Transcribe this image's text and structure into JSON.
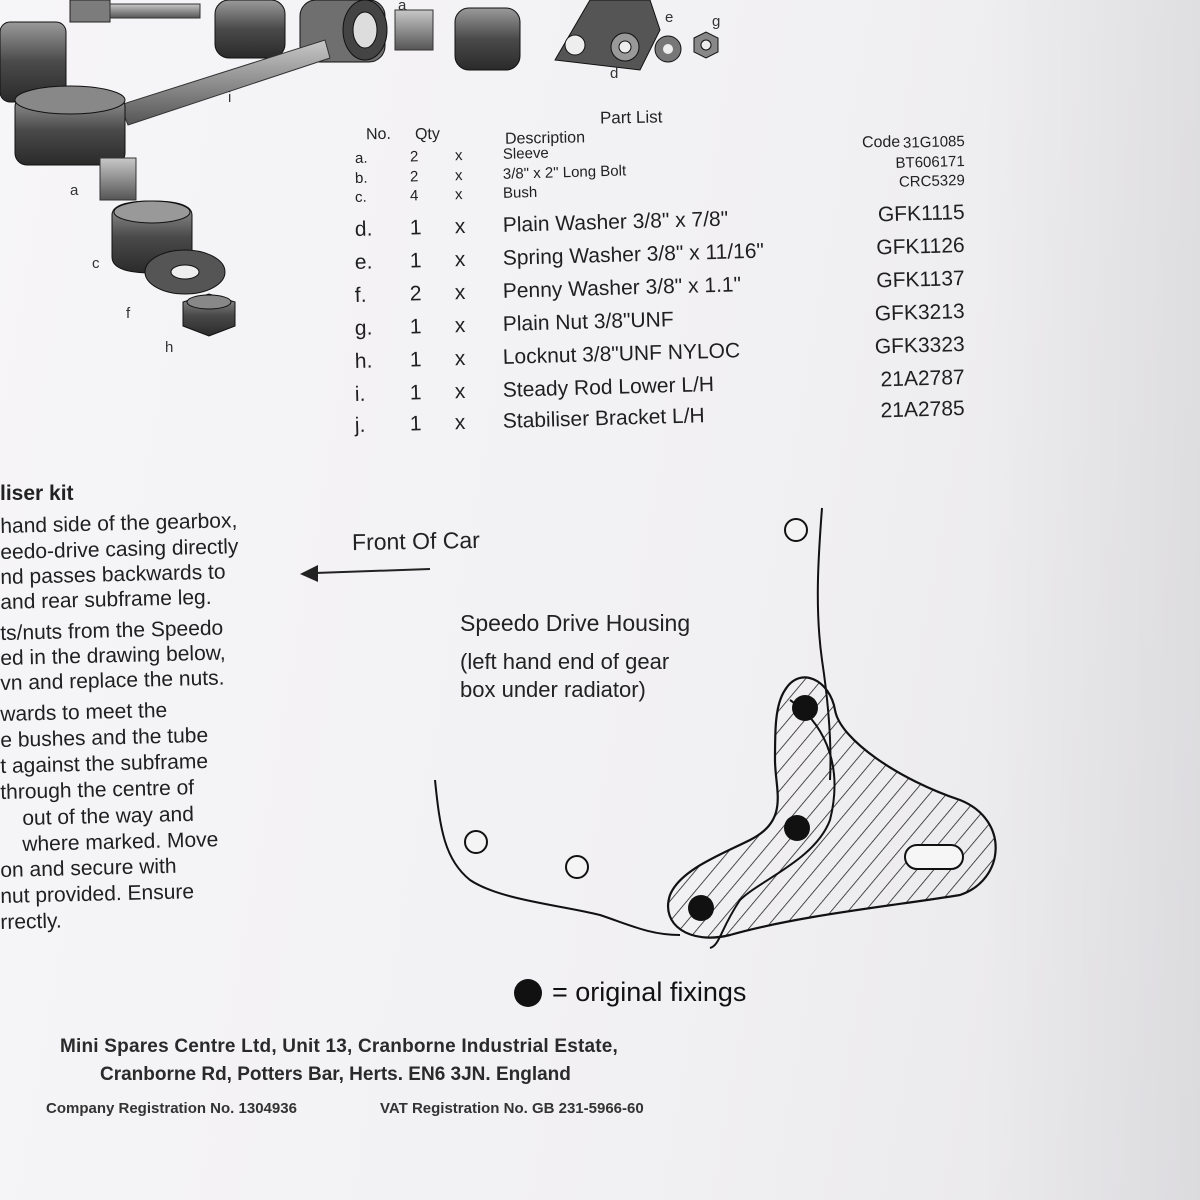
{
  "part_list": {
    "title": "Part List",
    "headers": {
      "no": "No.",
      "qty": "Qty",
      "description": "Description",
      "code": "Code"
    },
    "rows": [
      {
        "no": "a.",
        "qty": "2",
        "x": "x",
        "desc": "Sleeve",
        "code": "31G1085"
      },
      {
        "no": "b.",
        "qty": "2",
        "x": "x",
        "desc": "3/8\" x 2\" Long Bolt",
        "code": "BT606171"
      },
      {
        "no": "c.",
        "qty": "4",
        "x": "x",
        "desc": "Bush",
        "code": "CRC5329"
      },
      {
        "no": "d.",
        "qty": "1",
        "x": "x",
        "desc": "Plain Washer 3/8\" x 7/8\"",
        "code": "GFK1115"
      },
      {
        "no": "e.",
        "qty": "1",
        "x": "x",
        "desc": "Spring Washer 3/8\" x 11/16\"",
        "code": "GFK1126"
      },
      {
        "no": "f.",
        "qty": "2",
        "x": "x",
        "desc": "Penny Washer 3/8\" x 1.1\"",
        "code": "GFK1137"
      },
      {
        "no": "g.",
        "qty": "1",
        "x": "x",
        "desc": "Plain Nut 3/8\"UNF",
        "code": "GFK3213"
      },
      {
        "no": "h.",
        "qty": "1",
        "x": "x",
        "desc": "Locknut 3/8\"UNF NYLOC",
        "code": "GFK3323"
      },
      {
        "no": "i.",
        "qty": "1",
        "x": "x",
        "desc": "Steady Rod Lower L/H",
        "code": "21A2787"
      },
      {
        "no": "j.",
        "qty": "1",
        "x": "x",
        "desc": "Stabiliser Bracket L/H",
        "code": "21A2785"
      }
    ]
  },
  "exploded_labels": {
    "a_top": "a",
    "e": "e",
    "g": "g",
    "d": "d",
    "i": "i",
    "a_left": "a",
    "c": "c",
    "f": "f",
    "h": "h"
  },
  "instructions": {
    "title": "liser kit",
    "lines": [
      "hand side of the gearbox,",
      "eedo-drive casing directly",
      "nd passes backwards to",
      "and rear subframe leg.",
      "ts/nuts from the Speedo",
      "ed in the drawing below,",
      "vn and replace the nuts.",
      "wards to meet the",
      "e bushes and the tube",
      "t against the subframe",
      "through the centre of",
      "out of the way and",
      "where marked. Move",
      "on and secure with",
      "nut provided. Ensure",
      "rrectly."
    ]
  },
  "diagram": {
    "front_of_car": "Front Of Car",
    "housing_title": "Speedo Drive Housing",
    "housing_note_1": "(left hand end of gear",
    "housing_note_2": "box under radiator)",
    "legend_text": "= original fixings"
  },
  "footer": {
    "address_1": "Mini Spares Centre Ltd, Unit 13, Cranborne Industrial Estate,",
    "address_2": "Cranborne Rd, Potters Bar, Herts. EN6 3JN. England",
    "company_reg": "Company Registration No. 1304936",
    "vat_reg": "VAT Registration No. GB 231-5966-60"
  }
}
